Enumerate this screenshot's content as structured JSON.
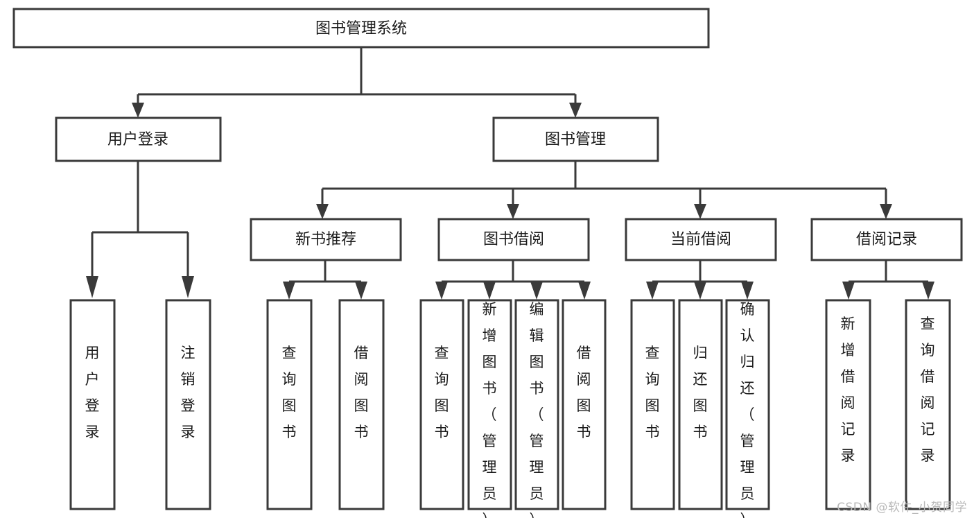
{
  "diagram": {
    "title_node": {
      "label": "图书管理系统"
    },
    "level2": [
      {
        "id": "user-login",
        "label": "用户登录"
      },
      {
        "id": "book-management",
        "label": "图书管理"
      }
    ],
    "level3": [
      {
        "id": "new-book-recommend",
        "label": "新书推荐"
      },
      {
        "id": "book-borrow",
        "label": "图书借阅"
      },
      {
        "id": "current-borrow",
        "label": "当前借阅"
      },
      {
        "id": "borrow-record",
        "label": "借阅记录"
      }
    ],
    "leaves": {
      "user_login": [
        {
          "id": "leaf-user-login",
          "label": "用户登录"
        },
        {
          "id": "leaf-logout-login",
          "label": "注销登录"
        }
      ],
      "new_book_recommend": [
        {
          "id": "leaf-query-book-1",
          "label": "查询图书"
        },
        {
          "id": "leaf-borrow-book-1",
          "label": "借阅图书"
        }
      ],
      "book_borrow": [
        {
          "id": "leaf-query-book-2",
          "label": "查询图书"
        },
        {
          "id": "leaf-add-book",
          "label": "新增图书（管理员）"
        },
        {
          "id": "leaf-edit-book",
          "label": "编辑图书（管理员）"
        },
        {
          "id": "leaf-borrow-book-2",
          "label": "借阅图书"
        }
      ],
      "current_borrow": [
        {
          "id": "leaf-query-book-3",
          "label": "查询图书"
        },
        {
          "id": "leaf-return-book",
          "label": "归还图书"
        },
        {
          "id": "leaf-confirm-return",
          "label": "确认归还（管理员）"
        }
      ],
      "borrow_record": [
        {
          "id": "leaf-add-record",
          "label": "新增借阅记录"
        },
        {
          "id": "leaf-query-record",
          "label": "查询借阅记录"
        }
      ]
    },
    "colors": {
      "box_stroke": "#3a3a3a",
      "box_fill": "#ffffff",
      "text": "#1a1a1a",
      "connector": "#3a3a3a",
      "watermark": "#b9b9b9"
    }
  },
  "watermark": {
    "text": "CSDN @软件_小贺同学"
  }
}
